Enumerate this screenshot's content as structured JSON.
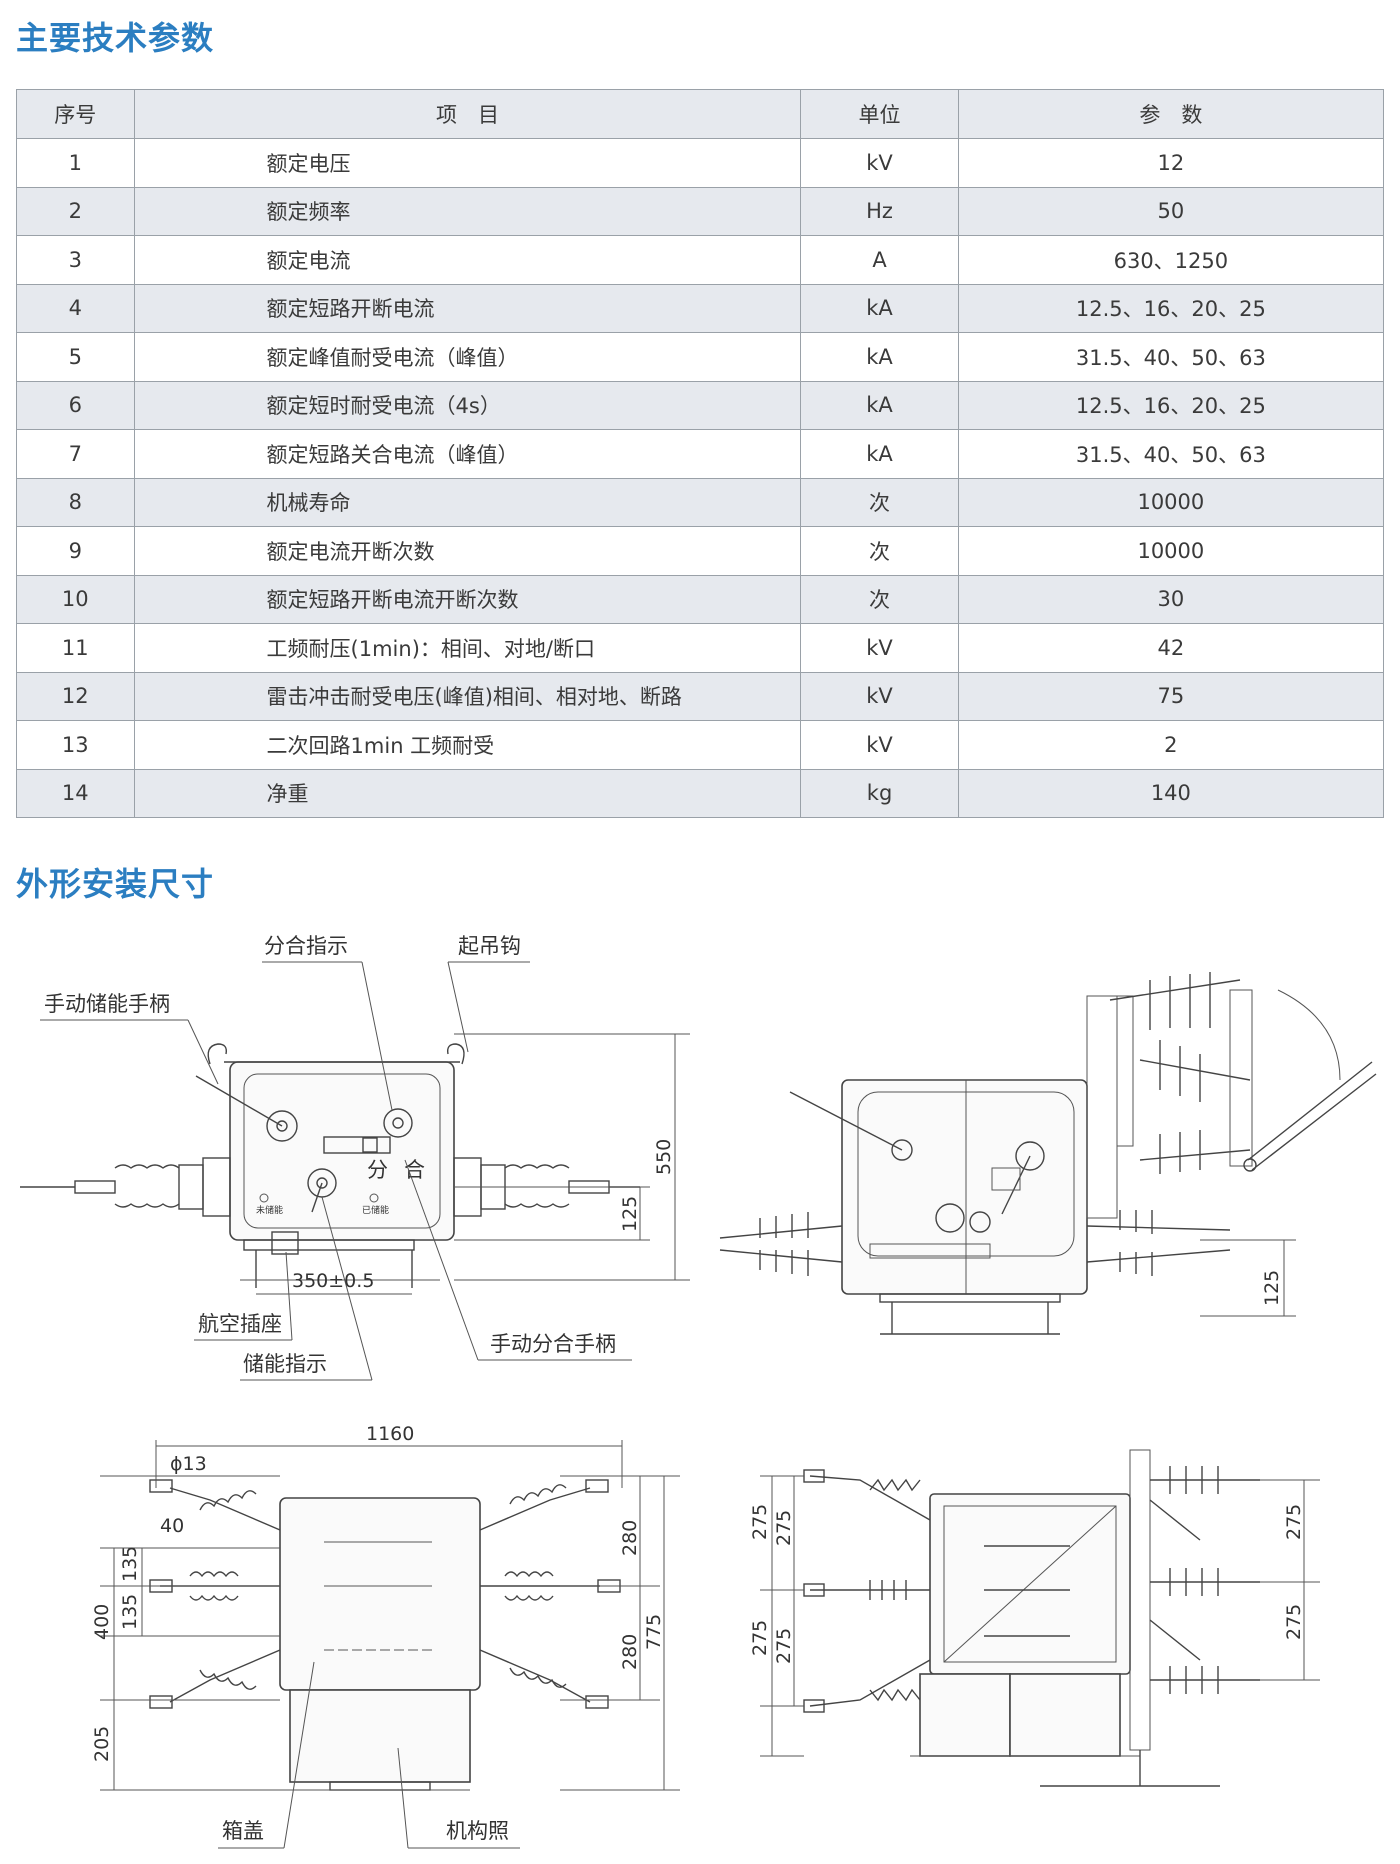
{
  "section_params_title": "主要技术参数",
  "section_dims_title": "外形安装尺寸",
  "table": {
    "headers": [
      "序号",
      "项　目",
      "单位",
      "参　数"
    ],
    "rows": [
      {
        "no": "1",
        "item": "额定电压",
        "unit": "kV",
        "value": "12"
      },
      {
        "no": "2",
        "item": "额定频率",
        "unit": "Hz",
        "value": "50"
      },
      {
        "no": "3",
        "item": "额定电流",
        "unit": "A",
        "value": "630、1250"
      },
      {
        "no": "4",
        "item": "额定短路开断电流",
        "unit": "kA",
        "value": "12.5、16、20、25"
      },
      {
        "no": "5",
        "item": "额定峰值耐受电流（峰值）",
        "unit": "kA",
        "value": "31.5、40、50、63"
      },
      {
        "no": "6",
        "item": "额定短时耐受电流（4s）",
        "unit": "kA",
        "value": "12.5、16、20、25"
      },
      {
        "no": "7",
        "item": "额定短路关合电流（峰值）",
        "unit": "kA",
        "value": "31.5、40、50、63"
      },
      {
        "no": "8",
        "item": "机械寿命",
        "unit": "次",
        "value": "10000"
      },
      {
        "no": "9",
        "item": "额定电流开断次数",
        "unit": "次",
        "value": "10000"
      },
      {
        "no": "10",
        "item": "额定短路开断电流开断次数",
        "unit": "次",
        "value": "30"
      },
      {
        "no": "11",
        "item": "工频耐压(1min)：相间、对地/断口",
        "unit": "kV",
        "value": "42"
      },
      {
        "no": "12",
        "item": "雷击冲击耐受电压(峰值)相间、相对地、断路",
        "unit": "kV",
        "value": "75"
      },
      {
        "no": "13",
        "item": "二次回路1min 工频耐受",
        "unit": "kV",
        "value": "2"
      },
      {
        "no": "14",
        "item": "净重",
        "unit": "kg",
        "value": "140"
      }
    ]
  },
  "labels": {
    "open_close_indicator": "分合指示",
    "lifting_hook": "起吊钩",
    "manual_charging_handle": "手动储能手柄",
    "aviation_socket": "航空插座",
    "charging_indicator": "储能指示",
    "manual_open_close_handle": "手动分合手柄",
    "box_cover": "箱盖",
    "mechanism_cover": "机构照",
    "panel_open": "分",
    "panel_close": "合",
    "panel_uncharged": "未储能",
    "panel_charged": "已储能"
  },
  "dimensions": {
    "front": [
      "550",
      "125",
      "350±0.5"
    ],
    "side": [
      "125"
    ],
    "top": [
      "1160",
      "ϕ13",
      "40",
      "135",
      "135",
      "400",
      "205",
      "280",
      "280",
      "775"
    ],
    "end": [
      "275",
      "275",
      "275",
      "275",
      "275",
      "275"
    ]
  },
  "colors": {
    "title": "#2b7ec1",
    "header_bg": "#e6e9ee",
    "border": "#9aa1a8"
  }
}
